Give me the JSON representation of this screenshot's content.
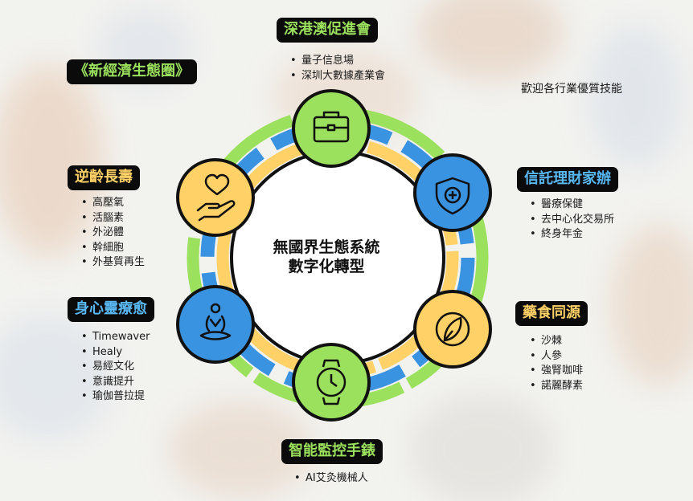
{
  "title": "《新經濟生態圈》",
  "note": "歡迎各行業優質技能",
  "center": {
    "line1": "無國界生態系統",
    "line2": "數字化轉型"
  },
  "nodes": [
    {
      "label": "深港澳促進會",
      "icon": "briefcase-icon",
      "items": [
        "量子信息場",
        "深圳大數據產業會"
      ]
    },
    {
      "label": "信託理財家辦",
      "icon": "shield-plus-icon",
      "items": [
        "醫療保健",
        "去中心化交易所",
        "終身年金"
      ]
    },
    {
      "label": "藥食同源",
      "icon": "leaf-icon",
      "items": [
        "沙棘",
        "人參",
        "強腎咖啡",
        "諾麗酵素"
      ]
    },
    {
      "label": "智能監控手錶",
      "icon": "watch-icon",
      "items": [
        "AI艾灸機械人"
      ]
    },
    {
      "label": "身心靈療愈",
      "icon": "meditation-icon",
      "items": [
        "Timewaver",
        "Healy",
        "易經文化",
        "意識提升",
        "瑜伽普拉提"
      ]
    },
    {
      "label": "逆齡長壽",
      "icon": "heart-hand-icon",
      "items": [
        "高壓氧",
        "活腦素",
        "外泌體",
        "幹細胞",
        "外基質再生"
      ]
    }
  ],
  "colors": {
    "green": "#9be15d",
    "yellow": "#ffd166",
    "blue": "#3a93e0",
    "dark": "#0b0b0b"
  }
}
